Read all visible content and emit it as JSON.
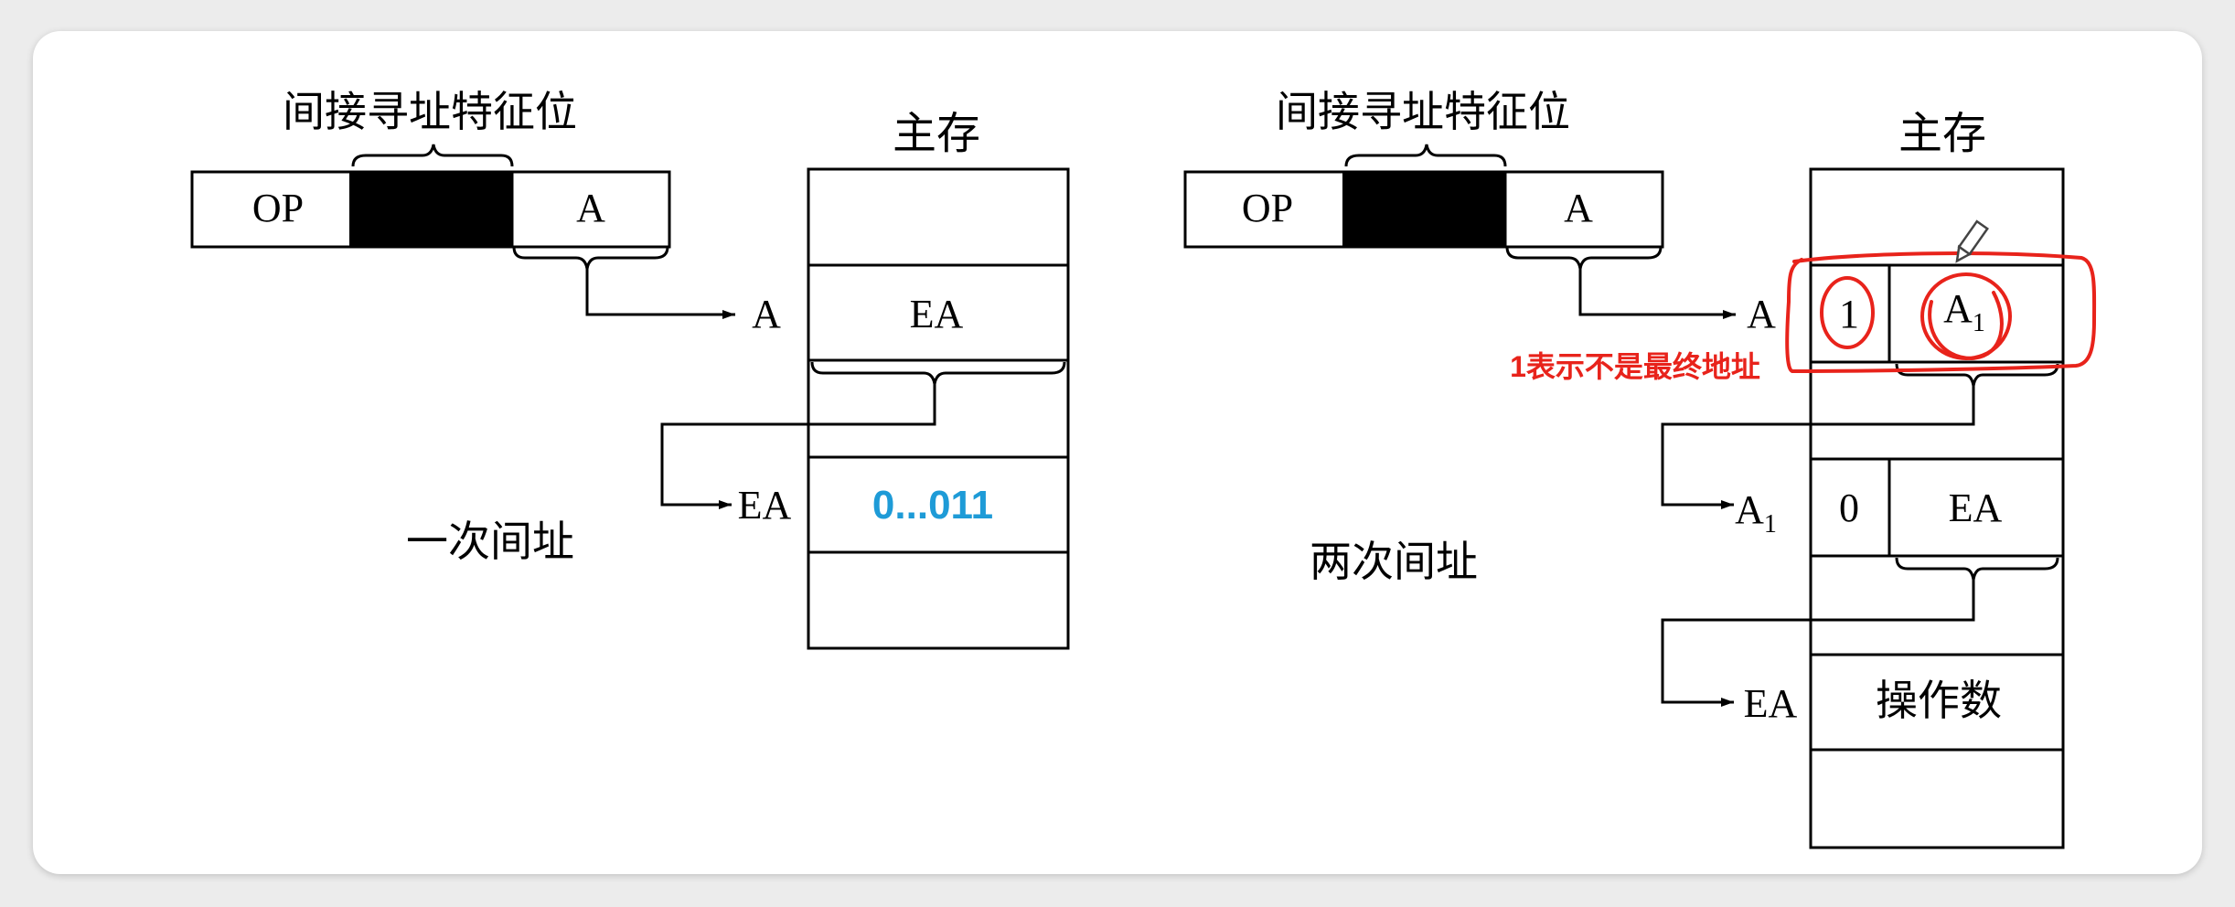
{
  "left": {
    "feature_label": "间接寻址特征位",
    "memory_title": "主存",
    "instruction": {
      "op": "OP",
      "a": "A"
    },
    "memory": {
      "ea_cell": "EA",
      "operand_value": "0...011"
    },
    "pointers": {
      "a": "A",
      "ea": "EA"
    },
    "mode_label": "一次间址"
  },
  "right": {
    "feature_label": "间接寻址特征位",
    "memory_title": "主存",
    "instruction": {
      "op": "OP",
      "a": "A"
    },
    "memory": {
      "cell1_flag": "1",
      "cell1_addr": "A",
      "cell2_flag": "0",
      "cell2_val": "EA",
      "operand": "操作数"
    },
    "pointers": {
      "a": "A",
      "a1": "A",
      "ea": "EA"
    },
    "subscript": "1",
    "annotation": "1表示不是最终地址",
    "mode_label": "两次间址"
  },
  "colors": {
    "annotation": "#e8231b",
    "value": "#1e9bd7"
  }
}
